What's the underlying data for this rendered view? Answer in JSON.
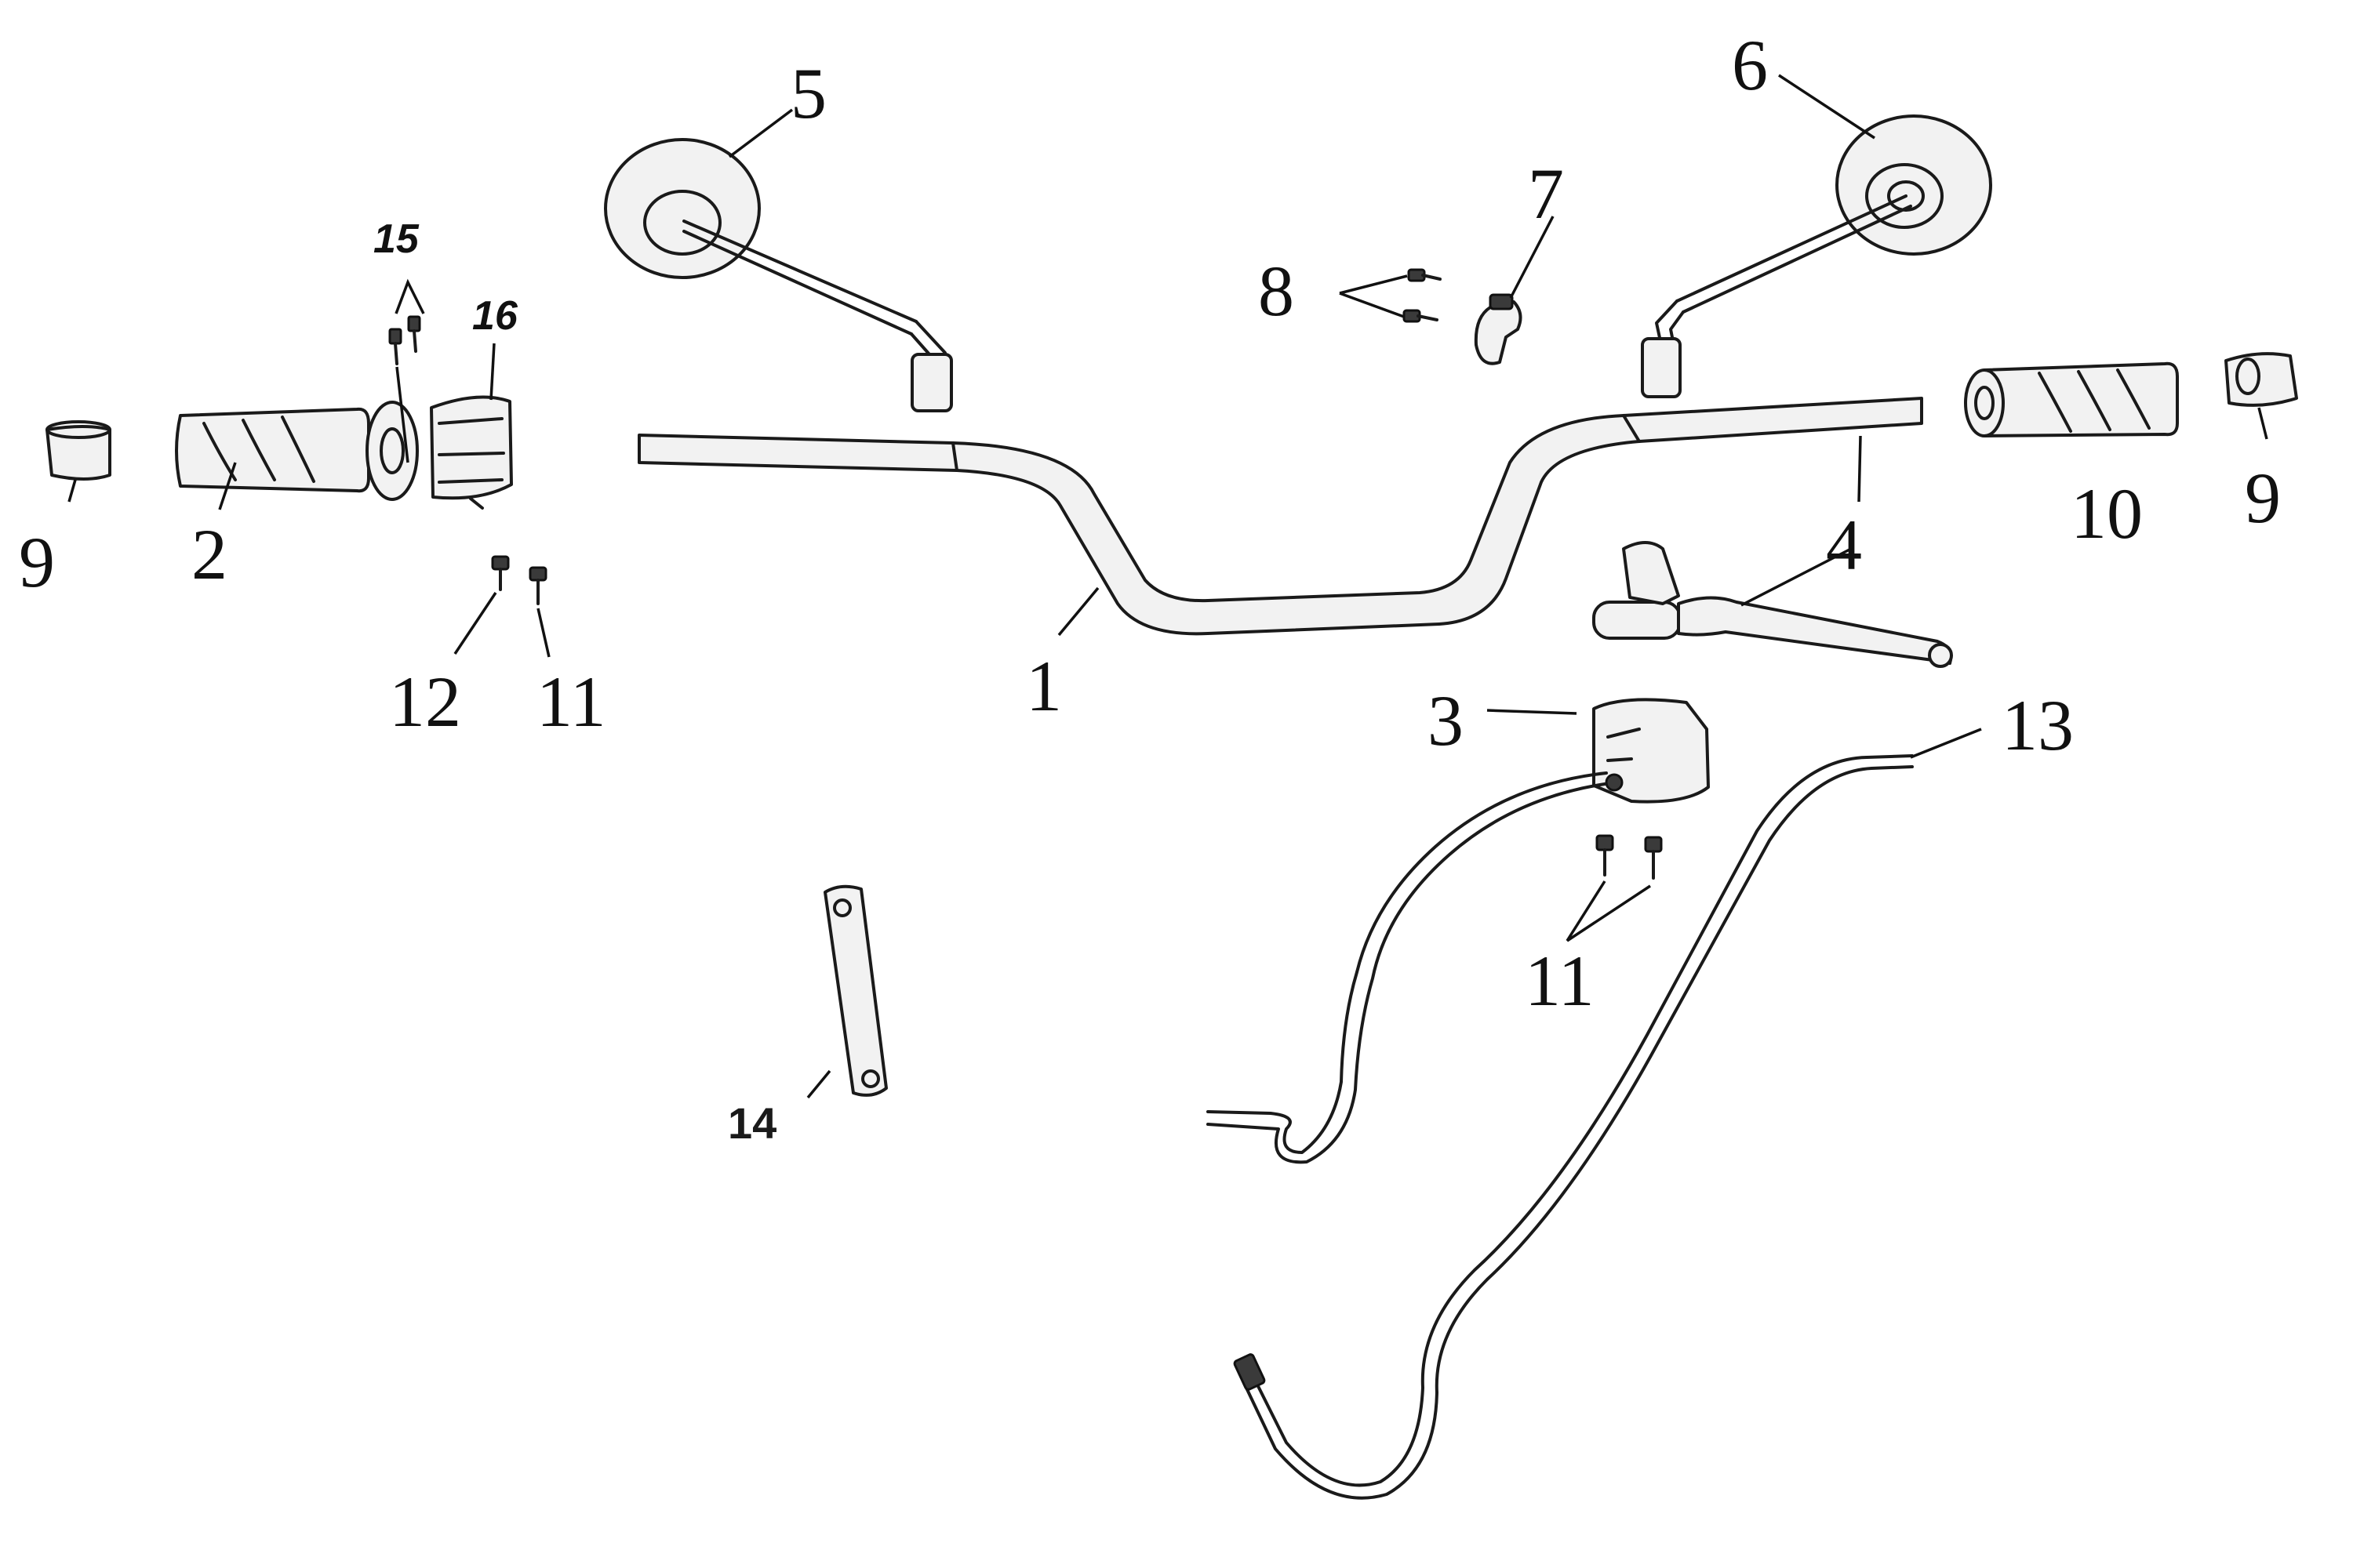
{
  "diagram": {
    "callouts": [
      {
        "id": "1",
        "label": "1"
      },
      {
        "id": "2",
        "label": "2"
      },
      {
        "id": "3",
        "label": "3"
      },
      {
        "id": "4",
        "label": "4"
      },
      {
        "id": "5",
        "label": "5"
      },
      {
        "id": "6",
        "label": "6"
      },
      {
        "id": "7",
        "label": "7"
      },
      {
        "id": "8",
        "label": "8"
      },
      {
        "id": "9a",
        "label": "9"
      },
      {
        "id": "9b",
        "label": "9"
      },
      {
        "id": "10",
        "label": "10"
      },
      {
        "id": "11a",
        "label": "11"
      },
      {
        "id": "11b",
        "label": "11"
      },
      {
        "id": "12",
        "label": "12"
      },
      {
        "id": "13",
        "label": "13"
      },
      {
        "id": "14",
        "label": "14"
      },
      {
        "id": "15",
        "label": "15"
      },
      {
        "id": "16",
        "label": "16"
      }
    ]
  }
}
